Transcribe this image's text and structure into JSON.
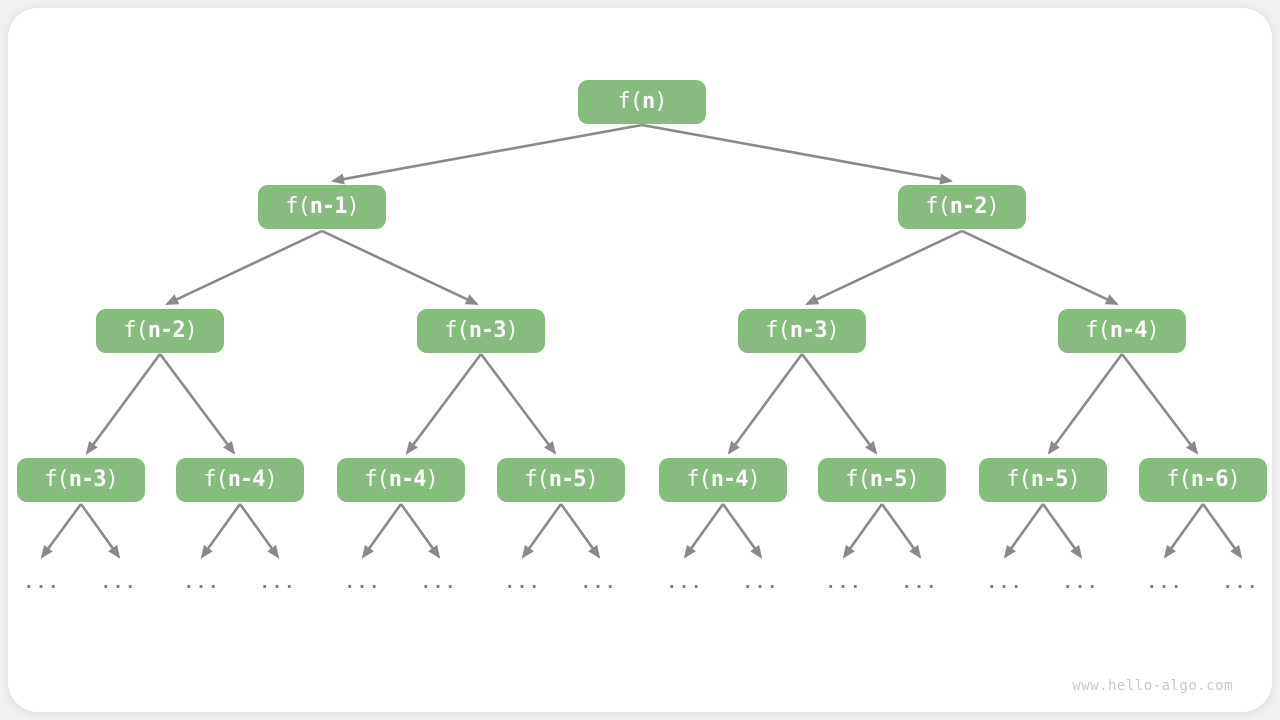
{
  "watermark": "www.hello-algo.com",
  "colors": {
    "node_fill": "#86bd7f",
    "node_text": "#ffffff",
    "edge": "#8a8a8a",
    "ellipsis_dots": "#808080",
    "page_background": "#f1f1f1",
    "card_background": "#ffffff"
  },
  "tree": {
    "description": "recursion-tree",
    "ellipsis": "...",
    "levels_node_counts": [
      1,
      2,
      4,
      8
    ],
    "nodes": [
      {
        "prefix": "f(",
        "arg": "n",
        "suffix": ")"
      },
      {
        "prefix": "f(",
        "arg": "n-1",
        "suffix": ")"
      },
      {
        "prefix": "f(",
        "arg": "n-2",
        "suffix": ")"
      },
      {
        "prefix": "f(",
        "arg": "n-2",
        "suffix": ")"
      },
      {
        "prefix": "f(",
        "arg": "n-3",
        "suffix": ")"
      },
      {
        "prefix": "f(",
        "arg": "n-3",
        "suffix": ")"
      },
      {
        "prefix": "f(",
        "arg": "n-4",
        "suffix": ")"
      },
      {
        "prefix": "f(",
        "arg": "n-3",
        "suffix": ")"
      },
      {
        "prefix": "f(",
        "arg": "n-4",
        "suffix": ")"
      },
      {
        "prefix": "f(",
        "arg": "n-4",
        "suffix": ")"
      },
      {
        "prefix": "f(",
        "arg": "n-5",
        "suffix": ")"
      },
      {
        "prefix": "f(",
        "arg": "n-4",
        "suffix": ")"
      },
      {
        "prefix": "f(",
        "arg": "n-5",
        "suffix": ")"
      },
      {
        "prefix": "f(",
        "arg": "n-5",
        "suffix": ")"
      },
      {
        "prefix": "f(",
        "arg": "n-6",
        "suffix": ")"
      }
    ]
  }
}
